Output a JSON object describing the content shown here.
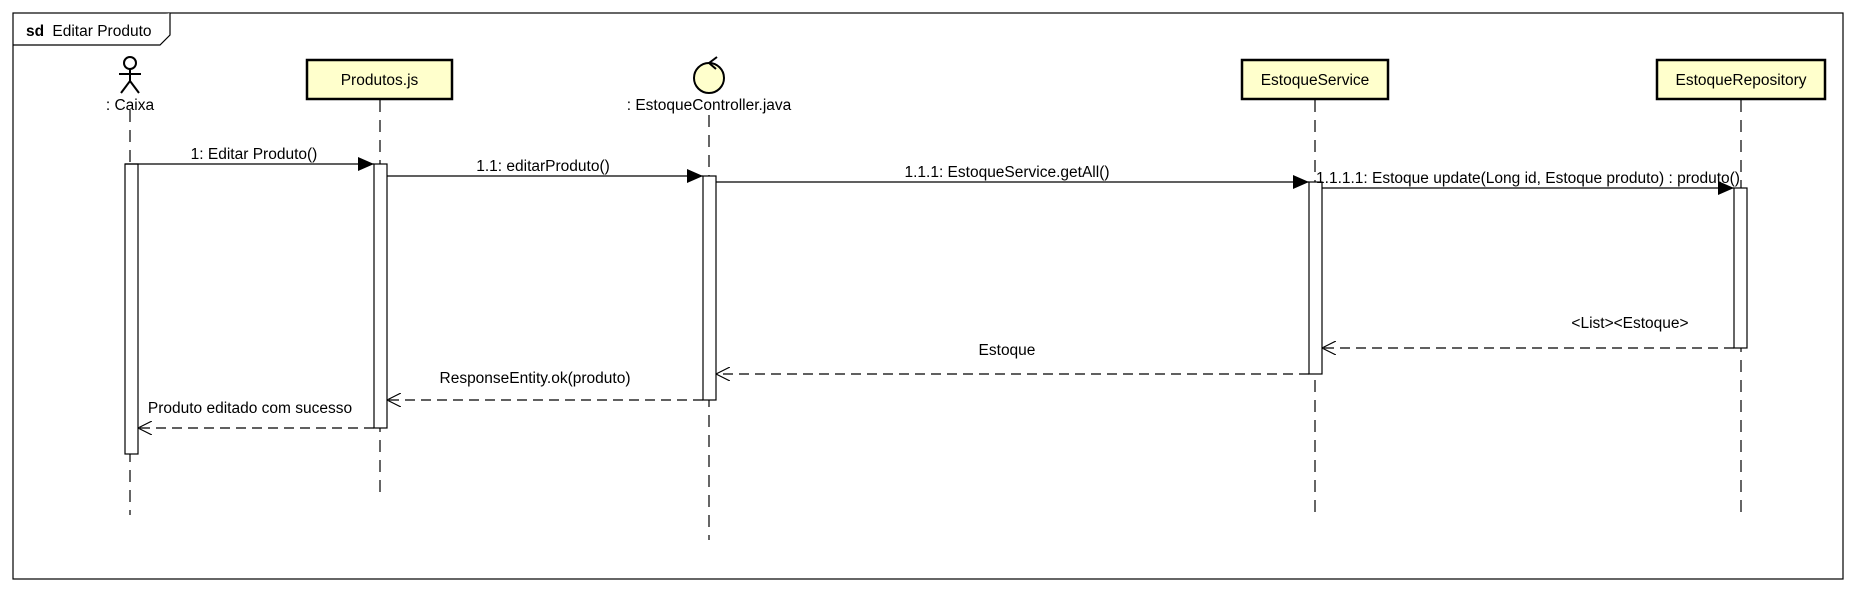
{
  "frame": {
    "keyword": "sd",
    "title": "Editar Produto"
  },
  "participants": [
    {
      "id": "caixa",
      "kind": "actor",
      "label": ": Caixa"
    },
    {
      "id": "produtos",
      "kind": "box",
      "label": "Produtos.js"
    },
    {
      "id": "controller",
      "kind": "control",
      "label": ": EstoqueController.java"
    },
    {
      "id": "service",
      "kind": "box",
      "label": "EstoqueService"
    },
    {
      "id": "repository",
      "kind": "box",
      "label": "EstoqueRepository"
    }
  ],
  "messages": [
    {
      "from": "caixa",
      "to": "produtos",
      "type": "sync",
      "label": "1: Editar Produto()"
    },
    {
      "from": "produtos",
      "to": "controller",
      "type": "sync",
      "label": "1.1: editarProduto()"
    },
    {
      "from": "controller",
      "to": "service",
      "type": "sync",
      "label": "1.1.1: EstoqueService.getAll()"
    },
    {
      "from": "service",
      "to": "repository",
      "type": "sync",
      "label": "1.1.1.1: Estoque update(Long id, Estoque produto) : produto()"
    },
    {
      "from": "repository",
      "to": "service",
      "type": "return",
      "label": "<List><Estoque>"
    },
    {
      "from": "service",
      "to": "controller",
      "type": "return",
      "label": "Estoque"
    },
    {
      "from": "controller",
      "to": "produtos",
      "type": "return",
      "label": "ResponseEntity.ok(produto)"
    },
    {
      "from": "produtos",
      "to": "caixa",
      "type": "return",
      "label": "Produto editado com sucesso"
    }
  ],
  "colors": {
    "participant_fill": "#FFFFCC",
    "line": "#000000",
    "background": "#FFFFFF"
  }
}
